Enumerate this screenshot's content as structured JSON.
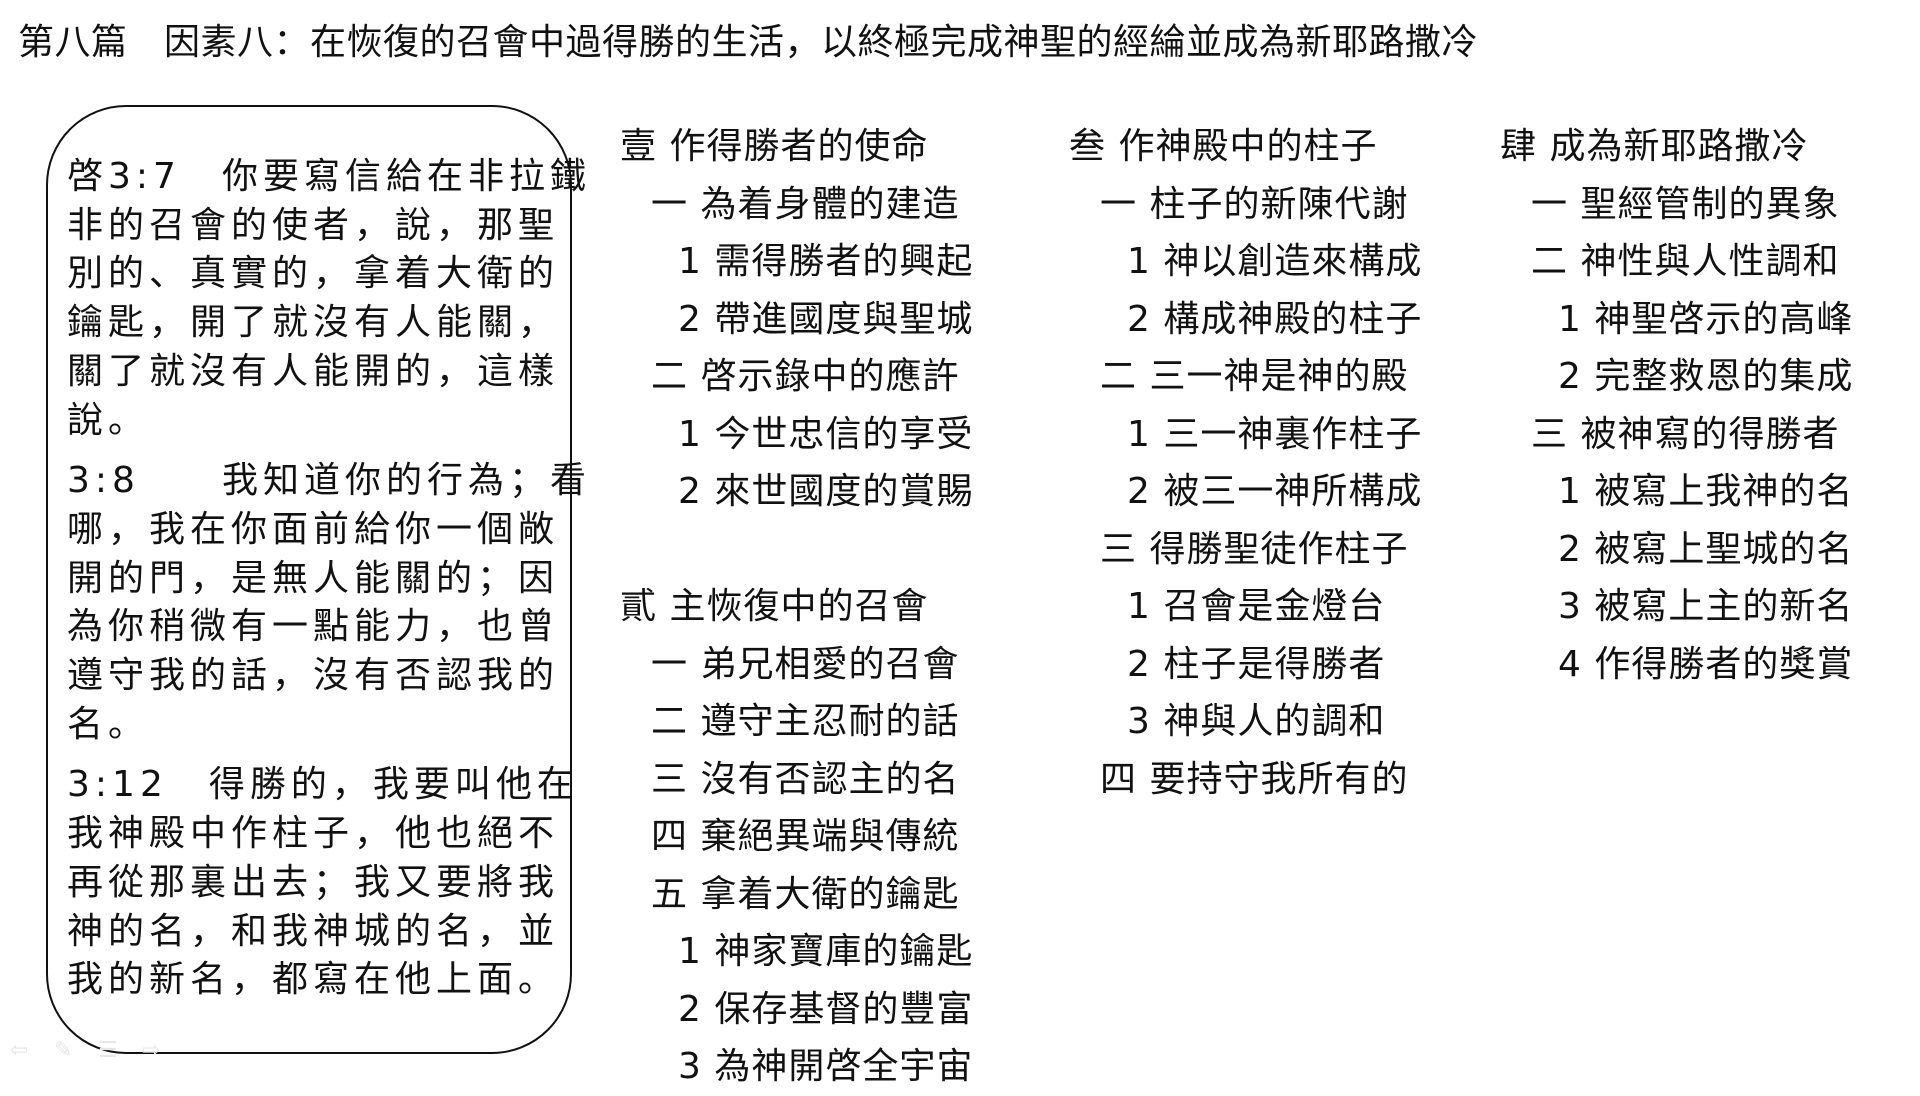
{
  "title": "第八篇　因素八：在恢復的召會中過得勝的生活，以終極完成神聖的經綸並成為新耶路撒冷",
  "verses": [
    {
      "lines": [
        "啓3:7　你要寫信給在非拉鐵",
        "非的召會的使者，說，那聖",
        "別的、真實的，拿着大衛的",
        "鑰匙，開了就沒有人能關，",
        "關了就沒有人能開的，這樣",
        "說。"
      ]
    },
    {
      "lines": [
        "3:8　　我知道你的行為；看",
        "哪，我在你面前給你一個敞",
        "開的門，是無人能關的；因",
        "為你稍微有一點能力，也曾",
        "遵守我的話，沒有否認我的",
        "名。"
      ]
    },
    {
      "lines": [
        "3:12　得勝的，我要叫他在",
        "我神殿中作柱子，他也絕不",
        "再從那裏出去；我又要將我",
        "神的名，和我神城的名，並",
        "我的新名，都寫在他上面。"
      ]
    }
  ],
  "outline": {
    "col1": [
      {
        "level": 0,
        "text": "壹 作得勝者的使命"
      },
      {
        "level": 1,
        "text": "一 為着身體的建造"
      },
      {
        "level": 2,
        "text": "1 需得勝者的興起"
      },
      {
        "level": 2,
        "text": "2 帶進國度與聖城"
      },
      {
        "level": 1,
        "text": "二 啓示錄中的應許"
      },
      {
        "level": 2,
        "text": "1 今世忠信的享受"
      },
      {
        "level": 2,
        "text": "2 來世國度的賞賜"
      },
      {
        "level": -1,
        "text": ""
      },
      {
        "level": 0,
        "text": "貳 主恢復中的召會"
      },
      {
        "level": 1,
        "text": "一 弟兄相愛的召會"
      },
      {
        "level": 1,
        "text": "二 遵守主忍耐的話"
      },
      {
        "level": 1,
        "text": "三 沒有否認主的名"
      },
      {
        "level": 1,
        "text": "四 棄絕異端與傳統"
      },
      {
        "level": 1,
        "text": "五 拿着大衛的鑰匙"
      },
      {
        "level": 2,
        "text": "1 神家寶庫的鑰匙"
      },
      {
        "level": 2,
        "text": "2 保存基督的豐富"
      },
      {
        "level": 2,
        "text": "3 為神開啓全宇宙"
      }
    ],
    "col2": [
      {
        "level": 0,
        "text": "叁 作神殿中的柱子"
      },
      {
        "level": 1,
        "text": "一 柱子的新陳代謝"
      },
      {
        "level": 2,
        "text": "1 神以創造來構成"
      },
      {
        "level": 2,
        "text": "2 構成神殿的柱子"
      },
      {
        "level": 1,
        "text": "二 三一神是神的殿"
      },
      {
        "level": 2,
        "text": "1 三一神裏作柱子"
      },
      {
        "level": 2,
        "text": "2 被三一神所構成"
      },
      {
        "level": 1,
        "text": "三 得勝聖徒作柱子"
      },
      {
        "level": 2,
        "text": "1 召會是金燈台"
      },
      {
        "level": 2,
        "text": "2 柱子是得勝者"
      },
      {
        "level": 2,
        "text": "3 神與人的調和"
      },
      {
        "level": 1,
        "text": "四 要持守我所有的"
      }
    ],
    "col3": [
      {
        "level": 0,
        "text": "肆 成為新耶路撒冷"
      },
      {
        "level": 1,
        "text": "一 聖經管制的異象"
      },
      {
        "level": 1,
        "text": "二 神性與人性調和"
      },
      {
        "level": 2,
        "text": "1 神聖啓示的高峰"
      },
      {
        "level": 2,
        "text": "2 完整救恩的集成"
      },
      {
        "level": 1,
        "text": "三 被神寫的得勝者"
      },
      {
        "level": 2,
        "text": "1 被寫上我神的名"
      },
      {
        "level": 2,
        "text": "2 被寫上聖城的名"
      },
      {
        "level": 2,
        "text": "3 被寫上主的新名"
      },
      {
        "level": 2,
        "text": "4 作得勝者的獎賞"
      }
    ]
  },
  "nav_icons": [
    "arrow-left-icon",
    "pen-icon",
    "menu-icon",
    "arrow-right-icon"
  ]
}
